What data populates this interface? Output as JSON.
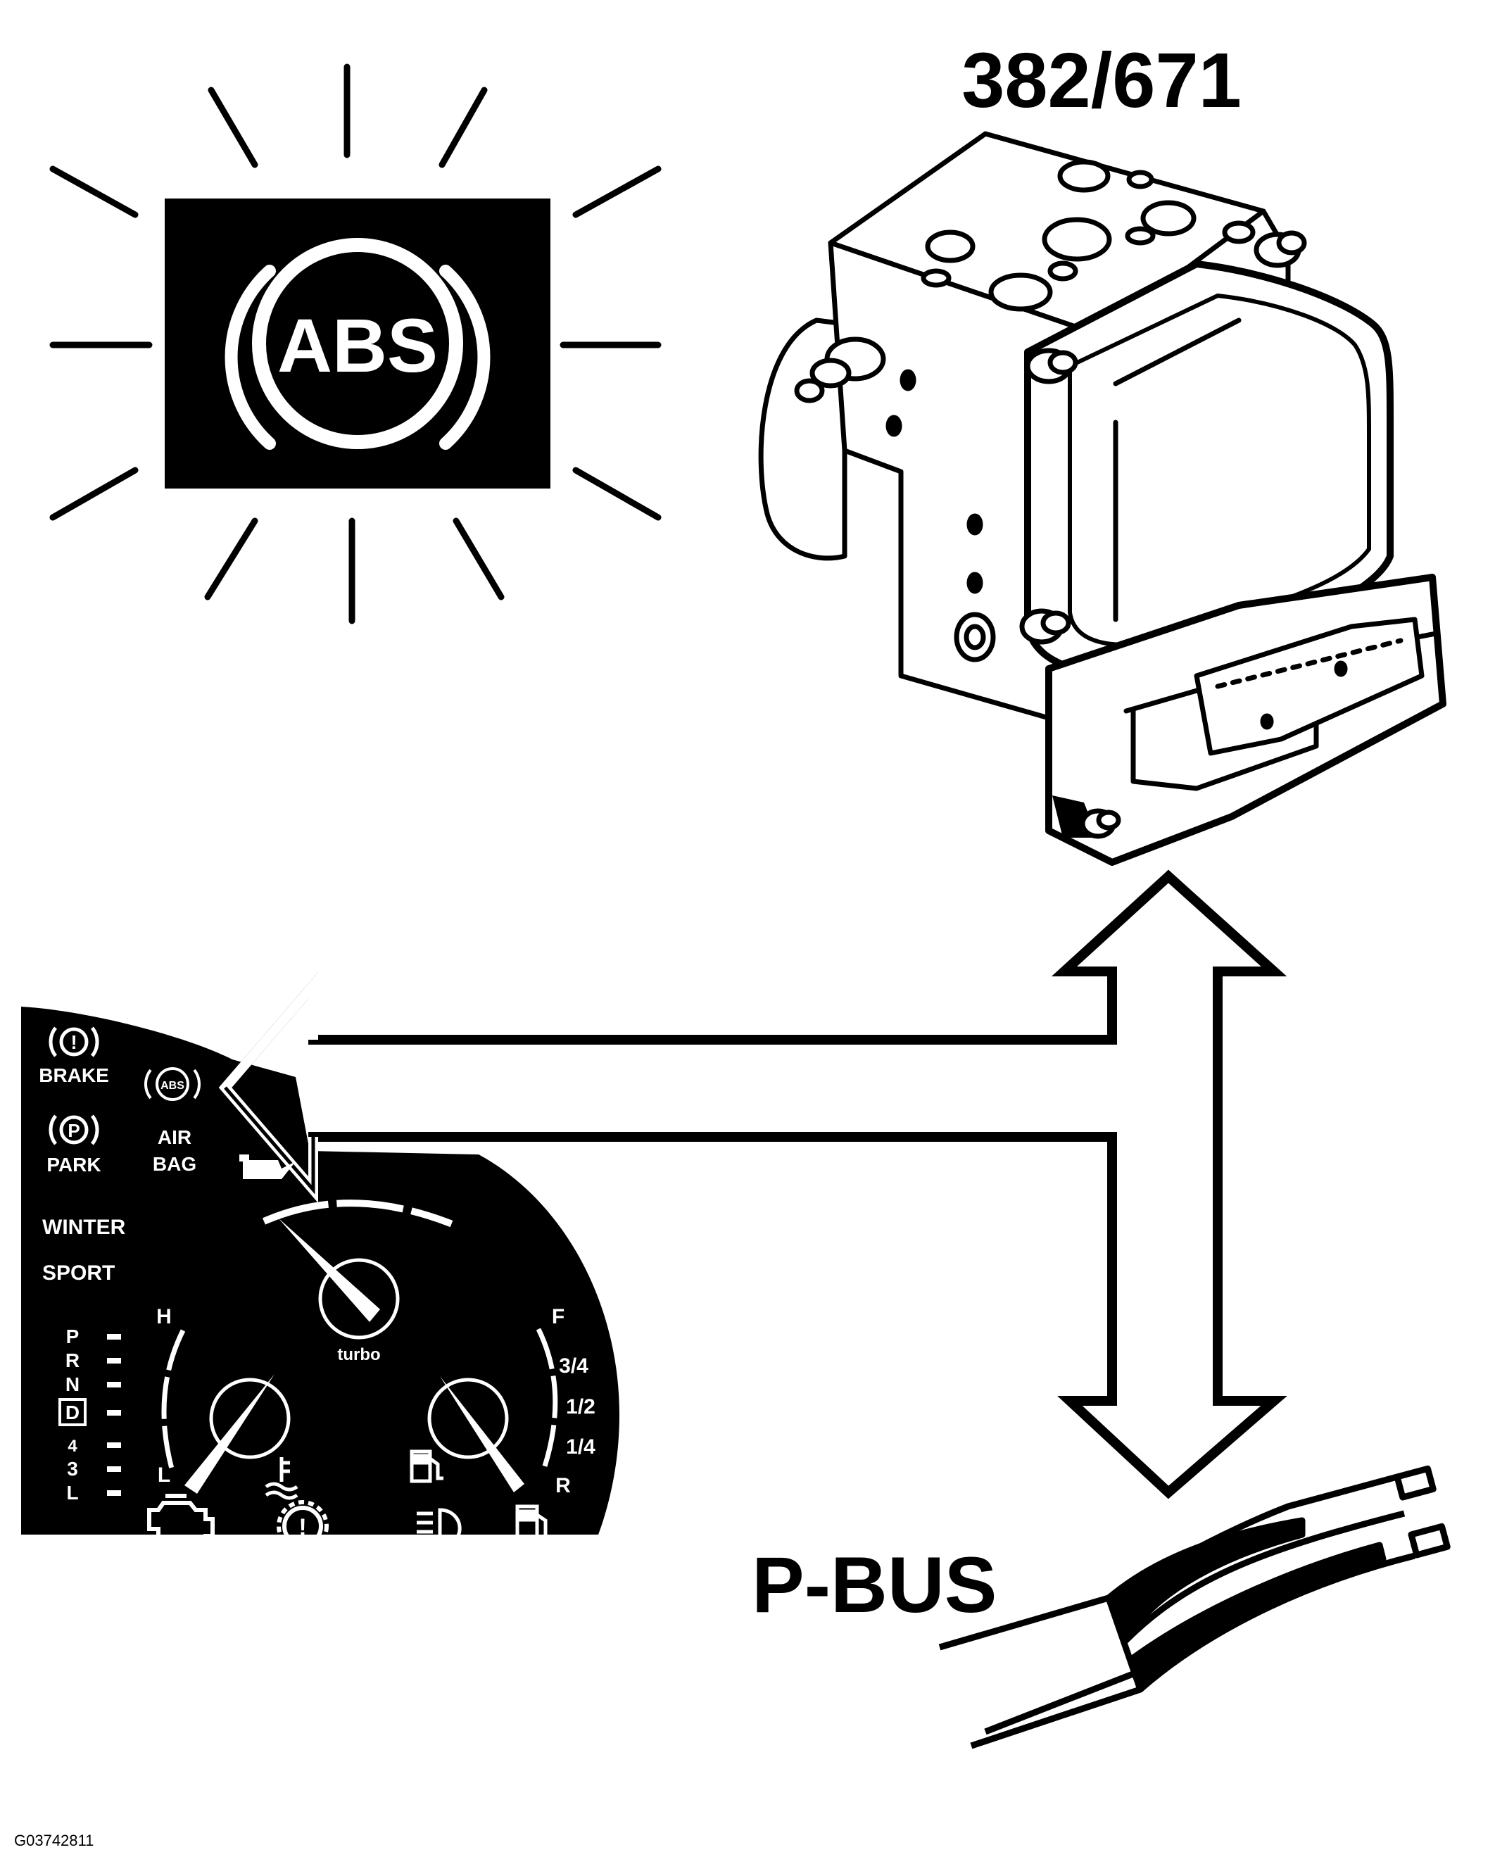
{
  "module_label": "382/671",
  "bus_label": "P-BUS",
  "figure_code": "G03742811",
  "warning_lamp": {
    "text": "ABS"
  },
  "cluster": {
    "indicators": {
      "brake": "BRAKE",
      "abs": "ABS",
      "park_symbol": "P",
      "park": "PARK",
      "air": "AIR",
      "bag": "BAG",
      "winter": "WINTER",
      "sport": "SPORT"
    },
    "gears": [
      "P",
      "R",
      "N",
      "D",
      "4",
      "3",
      "L"
    ],
    "temp_gauge": {
      "high": "H",
      "low": "L"
    },
    "turbo_label": "turbo",
    "fuel_gauge": {
      "full": "F",
      "three_quarter": "3/4",
      "half": "1/2",
      "quarter": "1/4",
      "reserve": "R"
    }
  },
  "colors": {
    "ink": "#000000",
    "paper": "#ffffff"
  }
}
